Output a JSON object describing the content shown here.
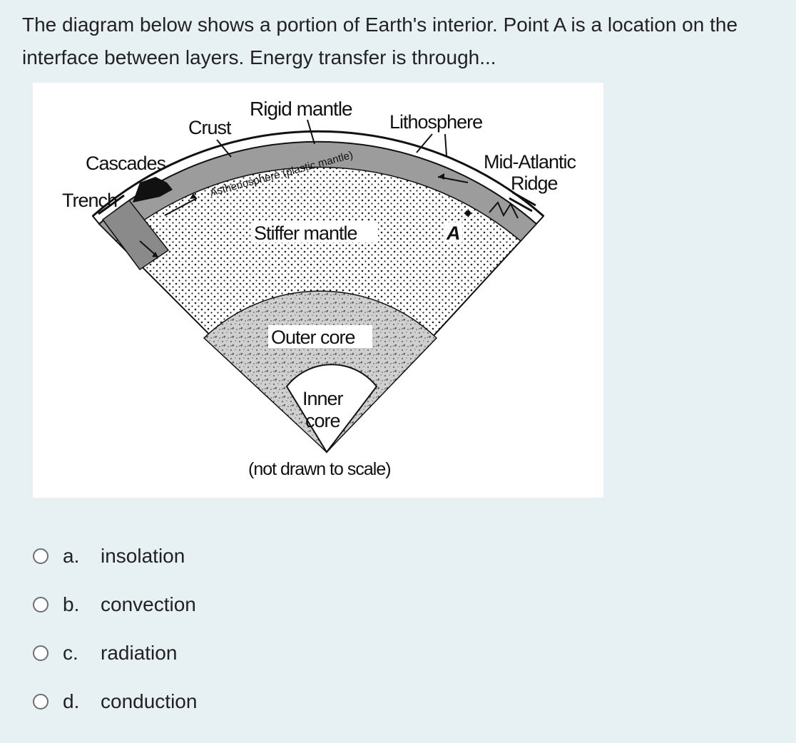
{
  "question": {
    "text": "The diagram below shows a portion of Earth's interior. Point A is a location on the interface between layers. Energy transfer is through..."
  },
  "diagram": {
    "labels": {
      "rigid_mantle": "Rigid mantle",
      "crust": "Crust",
      "lithosphere": "Lithosphere",
      "cascades": "Cascades",
      "mid_atlantic_1": "Mid-Atlantic",
      "mid_atlantic_2": "Ridge",
      "trench": "Trench",
      "asthenosphere": "Asthenosphere (plastic mantle)",
      "stiffer_mantle": "Stiffer mantle",
      "point_a": "A",
      "outer_core": "Outer core",
      "inner_core_1": "Inner",
      "inner_core_2": "core",
      "caption": "(not drawn to scale)"
    }
  },
  "options": [
    {
      "letter": "a.",
      "text": "insolation"
    },
    {
      "letter": "b.",
      "text": "convection"
    },
    {
      "letter": "c.",
      "text": "radiation"
    },
    {
      "letter": "d.",
      "text": "conduction"
    }
  ]
}
